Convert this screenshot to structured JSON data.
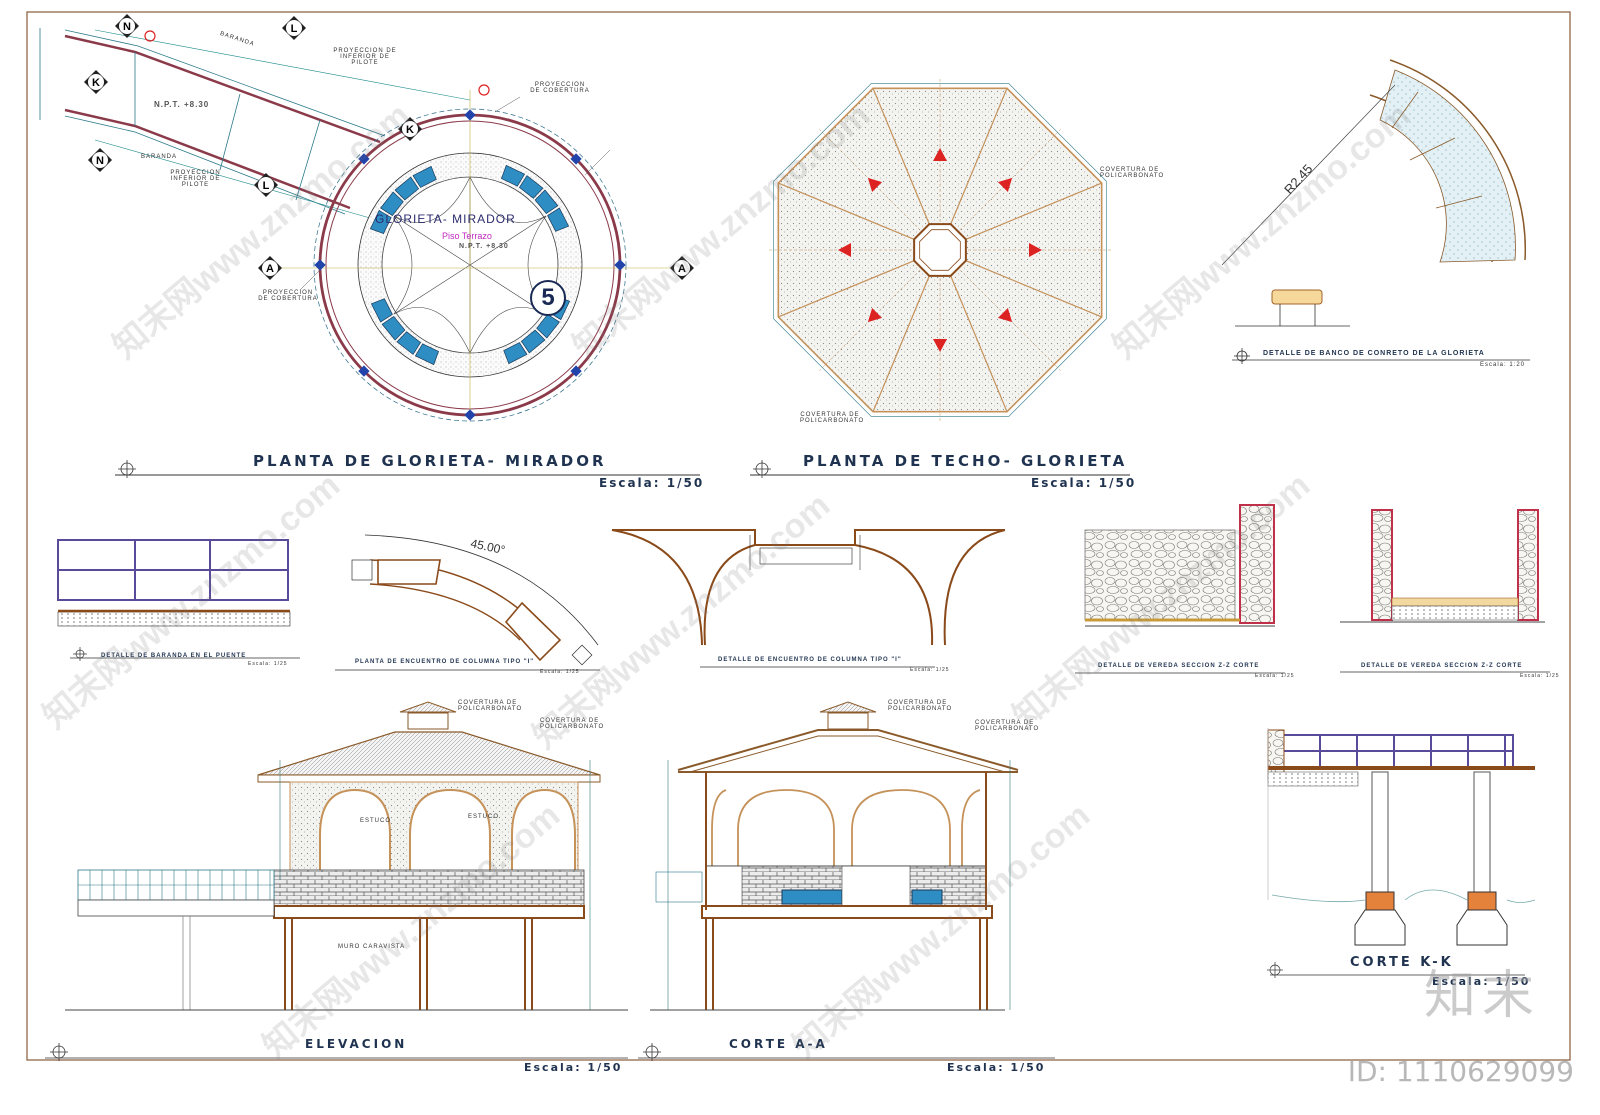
{
  "sheet": {
    "watermark_text": "知末网www.znzmo.com",
    "logo_text": "知末",
    "image_id": "ID: 1110629099"
  },
  "plans": {
    "glorieta": {
      "title": "PLANTA DE GLORIETA- MIRADOR",
      "scale": "Escala: 1/50",
      "inner_label": "GLORIETA- MIRADOR",
      "floor_label": "Piso Terrazo",
      "npt_main": "N.P.T. +8.30",
      "npt_center": "N.P.T. +8.30",
      "bridge_label_top": "BARANDA",
      "bridge_label_bottom": "BARANDA",
      "proj_pilote_top": "PROYECCION DE INFERIOR DE PILOTE",
      "proj_pilote_bottom": "PROYECCION INFERIOR DE PILOTE",
      "proj_cobertura_top": "PROYECCION DE COBERTURA",
      "proj_cobertura_left": "PROYECCION DE COBERTURA",
      "badge": "5",
      "section_marks": [
        "N",
        "N",
        "K",
        "K",
        "L",
        "L",
        "A",
        "A"
      ]
    },
    "techo": {
      "title": "PLANTA DE TECHO- GLORIETA",
      "scale": "Escala: 1/50",
      "cover_label_right": "COVERTURA DE POLICARBONATO",
      "cover_label_bottom": "COVERTURA DE POLICARBONATO"
    },
    "banco": {
      "title": "DETALLE DE BANCO DE CONRETO DE LA GLORIETA",
      "scale": "Escala: 1:20",
      "radius": "R2.45"
    }
  },
  "details": {
    "baranda": {
      "title": "DETALLE DE BARANDA EN EL PUENTE",
      "scale": "Escala: 1/25"
    },
    "encuentro_planta": {
      "title": "PLANTA DE ENCUENTRO DE COLUMNA TIPO \"I\"",
      "scale": "Escala: 1/25",
      "angle": "45.00°"
    },
    "encuentro_detalle": {
      "title": "DETALLE DE ENCUENTRO DE COLUMNA TIPO \"I\"",
      "scale": "Escala: 1/25"
    },
    "vereda1": {
      "title": "DETALLE DE VEREDA SECCION Z-Z CORTE",
      "scale": "Escala: 1/25"
    },
    "vereda2": {
      "title": "DETALLE DE VEREDA SECCION Z-Z CORTE",
      "scale": "Escala: 1/25"
    }
  },
  "elevations": {
    "elevacion": {
      "title": "ELEVACION",
      "scale": "Escala: 1/50",
      "note_cover1": "COVERTURA DE POLICARBONATO",
      "note_cover2": "COVERTURA DE POLICARBONATO",
      "note_estuco1": "ESTUCO",
      "note_estuco2": "ESTUCO",
      "note_muro": "MURO CARAVISTA"
    },
    "corte_aa": {
      "title": "CORTE A-A",
      "scale": "Escala: 1/50",
      "note_cover1": "COVERTURA DE POLICARBONATO",
      "note_cover2": "COVERTURA DE POLICARBONATO"
    },
    "corte_kk": {
      "title": "CORTE K-K",
      "scale": "Escala: 1/50"
    }
  }
}
